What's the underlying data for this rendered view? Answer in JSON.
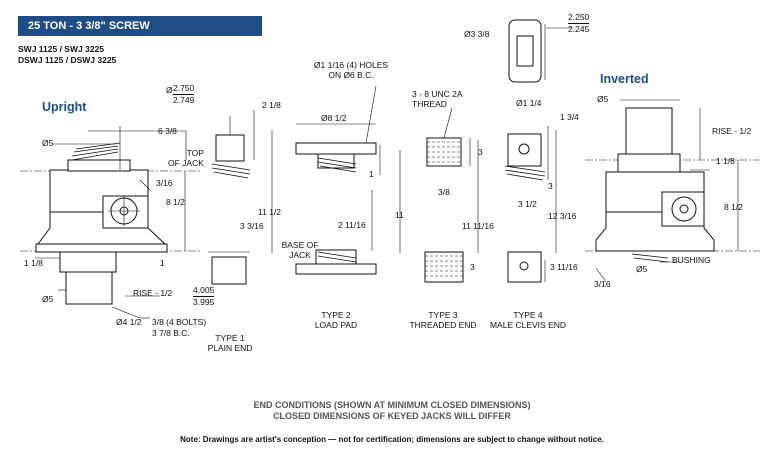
{
  "banner": "25 TON - 3 3/8\" SCREW",
  "models": {
    "line1": "SWJ 1125 / SWJ 3225",
    "line2": "DSWJ 1125 / DSWJ 3225"
  },
  "headings": {
    "upright": "Upright",
    "inverted": "Inverted"
  },
  "labels": {
    "d2750_prefix": "Ø",
    "d2750_n": "2.750",
    "d2750_d": "2.749",
    "dia5_left": "Ø5",
    "six38": "6 3/8",
    "dia5_bottom": "Ø5",
    "one18_left": "1 1/8",
    "two18": "2 1/8",
    "top_of_jack": "TOP\nOF JACK",
    "three16_a": "3/16",
    "eight12_left": "8 1/2",
    "three316": "3 3/16",
    "one_left": "1",
    "rise_left": "RISE - 1/2",
    "d4005_n": "4.005",
    "d4005_d": "3.995",
    "d4half": "Ø4 1/2",
    "bolts": "3/8 (4 BOLTS)",
    "bc378": "3 7/8 B.C.",
    "type1": "TYPE 1\nPLAIN END",
    "holes": "Ø1 1/16 (4) HOLES\nON Ø6 B.C.",
    "d812": "Ø8 1/2",
    "one_mid": "1",
    "base_of_jack": "BASE OF\nJACK",
    "eleven12": "11 1/2",
    "two1116": "2 11/16",
    "eleven": "11",
    "type2": "TYPE 2\nLOAD PAD",
    "thread": "3 - 8 UNC 2A\nTHREAD",
    "three8": "3/8",
    "three_a": "3",
    "eleven1116": "11 11/16",
    "type3": "TYPE 3\nTHREADED END",
    "d338": "Ø3 3/8",
    "d2250_n": "2.250",
    "d2250_d": "2.245",
    "d114": "Ø1 1/4",
    "one34": "1 3/4",
    "three12": "3 1/2",
    "twelve316": "12 3/16",
    "three_b": "3",
    "three1116": "3 11/16",
    "type4": "TYPE 4\nMALE CLEVIS END",
    "dia5_inv": "Ø5",
    "rise_right": "RISE - 1/2",
    "one18_right": "1 1/8",
    "eight12_right": "8 1/2",
    "three16_b": "3/16",
    "dia5_inv_bottom": "Ø5",
    "bushing": "BUSHING"
  },
  "footnote": {
    "line1": "END CONDITIONS (SHOWN AT MINIMUM CLOSED DIMENSIONS)",
    "line2": "CLOSED DIMENSIONS OF KEYED JACKS WILL DIFFER",
    "note": "Note: Drawings are artist's conception — not for certification; dimensions are subject to change without notice."
  },
  "colors": {
    "banner_bg": "#1f4e86",
    "heading": "#1f4e86",
    "footnote1": "#555555"
  }
}
